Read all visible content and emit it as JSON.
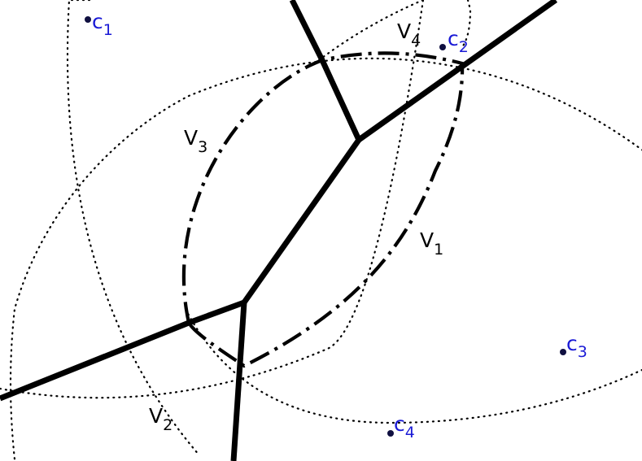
{
  "points": [
    {
      "name": "c",
      "sub": "1"
    },
    {
      "name": "c",
      "sub": "2"
    },
    {
      "name": "c",
      "sub": "3"
    },
    {
      "name": "c",
      "sub": "4"
    }
  ],
  "regions": [
    {
      "name": "V",
      "sub": "1"
    },
    {
      "name": "V",
      "sub": "2"
    },
    {
      "name": "V",
      "sub": "3"
    },
    {
      "name": "V",
      "sub": "4"
    }
  ],
  "colors": {
    "point_label": "#1a1ad6",
    "region_label": "#000000",
    "lines": "#000000"
  }
}
